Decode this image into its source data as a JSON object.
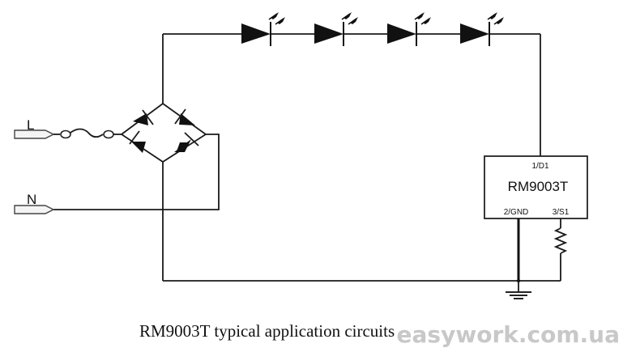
{
  "terminals": {
    "line_label": "L",
    "neutral_label": "N"
  },
  "ic": {
    "name": "RM9003T",
    "pin1": "1/D1",
    "pin2": "2/GND",
    "pin3": "3/S1"
  },
  "led_count": 4,
  "caption": "RM9003T typical application circuits",
  "watermark": "easywork.com.ua"
}
